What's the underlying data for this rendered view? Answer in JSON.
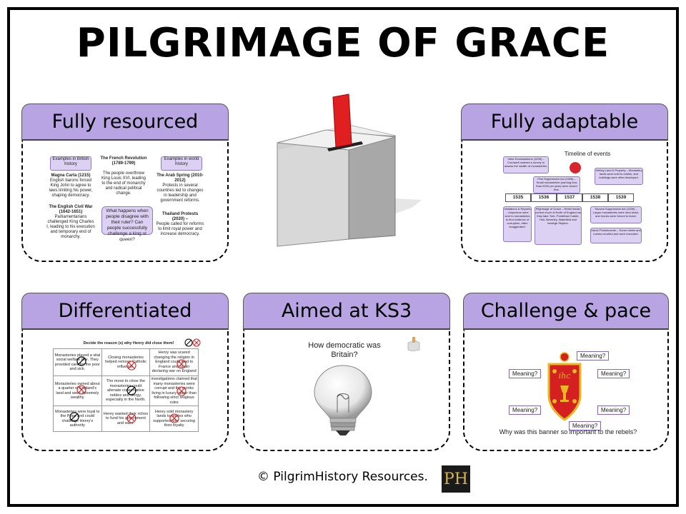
{
  "title": "PILGRIMAGE OF GRACE",
  "cards": {
    "resourced": {
      "heading": "Fully resourced",
      "box_left": "Examples in British history",
      "box_right": "Examples in world history",
      "magna_title": "Magna Carta (1215)",
      "magna_text": "English barons forced King John to agree to laws limiting his power, shaping democracy.",
      "civil_title": "The English Civil War (1642-1651)",
      "civil_text": "Parliamentarians challenged King Charles I, leading to his execution and temporary end of monarchy.",
      "french_title": "The French Revolution (1789-1799)",
      "french_text": "The people overthrew King Louis XVI, leading to the end of monarchy and radical political change.",
      "arab_title": "The Arab Spring (2010-2012)",
      "arab_text": "Protests in several countries led to changes in leadership and government reforms.",
      "thai_title": "Thailand Protests (2020) –",
      "thai_text": "People called for reforms to limit royal power and increase democracy.",
      "question": "What happens when people disagree with their ruler? Can people successfully challenge a king or queen?"
    },
    "adaptable": {
      "heading": "Fully adaptable",
      "timeline_title": "Timeline of events",
      "years": [
        "1535",
        "1536",
        "1537",
        "1538",
        "1539"
      ],
      "valor": "Valor Ecclesiasticus (1535) – Cromwell ordered a survey to assess the wealth of monasteries.",
      "first_act": "First Suppressive Act (1536) – Small monasteries (earning less than £200 per year) were closed first.",
      "selling": "Selling Land & Property – Monastery lands were sold to nobles, and buildings were often destroyed.",
      "visitations": "Visitations & Reports – Inspectors were sent to monasteries to find evidence of corruption, often exaggerated.",
      "pilgrimage": "Pilgrimage of Grace – Rebel leader control much of North of England as they take York, Pontefract Castle, Hull, Beverley, Wakefield and besiege Skipton.",
      "second_act": "Second Suppressive Act (1539) – Larger monasteries were shut down, and monks were forced to leave.",
      "harsh": "Harsh Punishments – Some rebels and monks revolted and were executed."
    },
    "differentiated": {
      "heading": "Differentiated",
      "instruction": "Decide the reason (s) why Henry did close them!",
      "cells": [
        "Monasteries played a vital social welfare role. They provided care for the poor and sick.",
        "Closing monasteries helped remove Catholic influence.",
        "Henry was scared changing the religion in England could lead to France and Spain declaring war on England",
        "Monasteries owned about a quarter of England's land and were extremely wealthy",
        "The move to close the monasteries could alienate conservative nobles and clergy, especially in the North.",
        "investigations claimed that many monasteries were corrupt and the monks living in luxury rather than following strict religious rules",
        "Monasteries were loyal to the Pope and could challenge Henry's authority",
        "Henry wanted their riches to fund his government and wars.",
        "Henry sold monastery lands to nobles who supported him, securing their loyalty"
      ]
    },
    "ks3": {
      "heading": "Aimed at KS3",
      "question": "How democratic was Britain?"
    },
    "challenge": {
      "heading": "Challenge & pace",
      "labels": [
        "Meaning?",
        "Meaning?",
        "Meaning?",
        "Meaning?",
        "Meaning?",
        "Meaning?"
      ],
      "question": "Why was this banner so important to the rebels?",
      "banner_text": "ihc"
    }
  },
  "footer": {
    "copyright": "© PilgrimHistory Resources.",
    "logo": "PH"
  },
  "colors": {
    "header_purple": "#b9a4e3",
    "ballot_red": "#e02020",
    "banner_red": "#d42020",
    "banner_gold": "#e8b820"
  }
}
